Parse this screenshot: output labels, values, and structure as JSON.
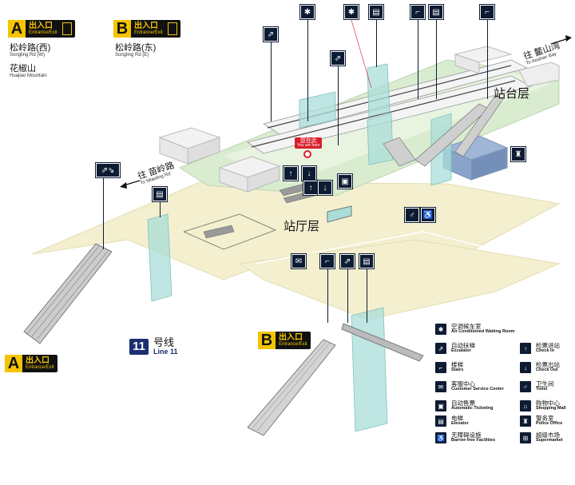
{
  "exits": {
    "a_top": {
      "letter": "A",
      "cn": "出入口",
      "en": "Entrance/Exit"
    },
    "b_top": {
      "letter": "B",
      "cn": "出入口",
      "en": "Entrance/Exit"
    },
    "a_bottom": {
      "letter": "A",
      "cn": "出入口",
      "en": "Entrance/Exit"
    },
    "b_bottom": {
      "letter": "B",
      "cn": "出入口",
      "en": "Entrance/Exit"
    }
  },
  "exit_a_roads": [
    {
      "cn": "松岭路(西)",
      "en": "Songling Rd (W)"
    },
    {
      "cn": "花椒山",
      "en": "Huajiao Mountain"
    }
  ],
  "exit_b_roads": [
    {
      "cn": "松岭路(东)",
      "en": "Songling Rd (E)"
    }
  ],
  "directions": {
    "east_cn": "往 鳌山湾",
    "east_en": "To Aoshan Bay",
    "west_cn": "往 苗岭路",
    "west_en": "To Miaoling Rd"
  },
  "layers": {
    "platform": "站台层",
    "concourse": "站厅层"
  },
  "you_are_here": {
    "cn": "您在此",
    "en": "You are here"
  },
  "line": {
    "number": "11",
    "cn": "号线",
    "en": "Line 11"
  },
  "legend": {
    "waiting_room": {
      "cn": "空调候车室",
      "en": "Air Conditioned Waiting Room"
    },
    "items": [
      {
        "icon": "escalator-icon",
        "cn": "自动扶梯",
        "en": "Escalator"
      },
      {
        "icon": "check-in-icon",
        "cn": "检票进站",
        "en": "Check In"
      },
      {
        "icon": "stairs-icon",
        "cn": "楼梯",
        "en": "Stairs"
      },
      {
        "icon": "check-out-icon",
        "cn": "检票出站",
        "en": "Check Out"
      },
      {
        "icon": "customer-service-icon",
        "cn": "客服中心",
        "en": "Customer Service Center"
      },
      {
        "icon": "toilet-icon",
        "cn": "卫生间",
        "en": "Toilet"
      },
      {
        "icon": "ticket-machine-icon",
        "cn": "自动售票",
        "en": "Automatic Ticketing"
      },
      {
        "icon": "shopping-icon",
        "cn": "购物中心",
        "en": "Shopping Mall"
      },
      {
        "icon": "elevator-icon",
        "cn": "电梯",
        "en": "Elevator"
      },
      {
        "icon": "police-icon",
        "cn": "警务室",
        "en": "Police Office"
      },
      {
        "icon": "accessible-icon",
        "cn": "无障碍设施",
        "en": "Barrier-free Facilities"
      },
      {
        "icon": "supermarket-icon",
        "cn": "超级市场",
        "en": "Supermarket"
      }
    ]
  },
  "colors": {
    "platform_floor": "#d9ecd0",
    "concourse_floor": "#f3efcf",
    "glass": "#a9ddd8",
    "icon_bg": "#0d1b33",
    "exit_yellow": "#f5c400",
    "line_blue": "#1b2f73",
    "you_are_here_red": "#d81e2b"
  }
}
